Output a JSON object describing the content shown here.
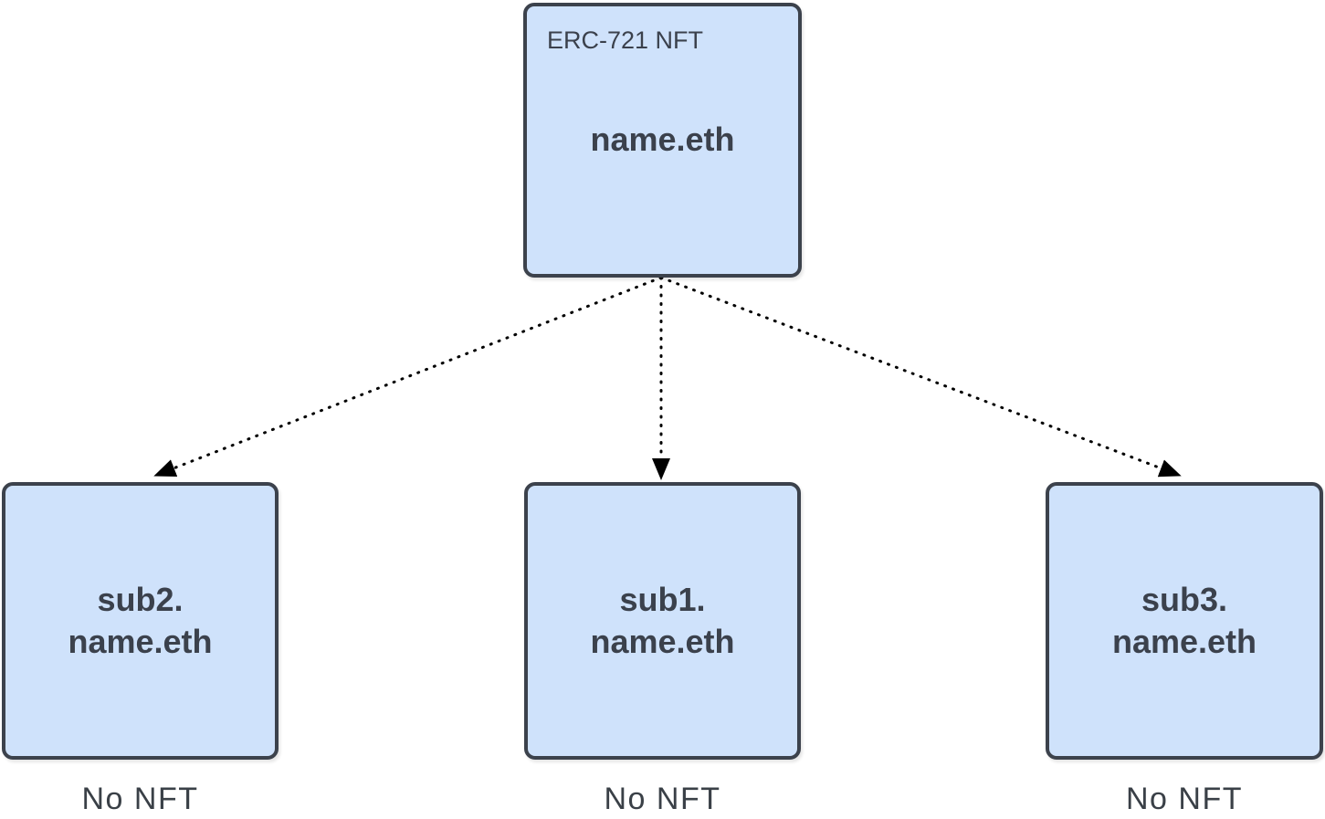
{
  "diagram": {
    "root_node": {
      "type_label": "ERC-721 NFT",
      "name": "name.eth"
    },
    "child_nodes": [
      {
        "id": "sub2",
        "name_line1": "sub2.",
        "name_line2": "name.eth",
        "caption": "No NFT"
      },
      {
        "id": "sub1",
        "name_line1": "sub1.",
        "name_line2": "name.eth",
        "caption": "No NFT"
      },
      {
        "id": "sub3",
        "name_line1": "sub3.",
        "name_line2": "name.eth",
        "caption": "No NFT"
      }
    ],
    "edges": [
      {
        "from": "name.eth",
        "to": "sub2.name.eth",
        "style": "dotted",
        "arrow": "end"
      },
      {
        "from": "name.eth",
        "to": "sub1.name.eth",
        "style": "dotted",
        "arrow": "end"
      },
      {
        "from": "name.eth",
        "to": "sub3.name.eth",
        "style": "dotted",
        "arrow": "end"
      }
    ],
    "colors": {
      "background": "#ffffff",
      "node_fill": "#cfe2fb",
      "node_border": "#3c424c",
      "node_text": "#3b414c",
      "caption_text": "#3a4047",
      "edge": "#000000"
    }
  }
}
